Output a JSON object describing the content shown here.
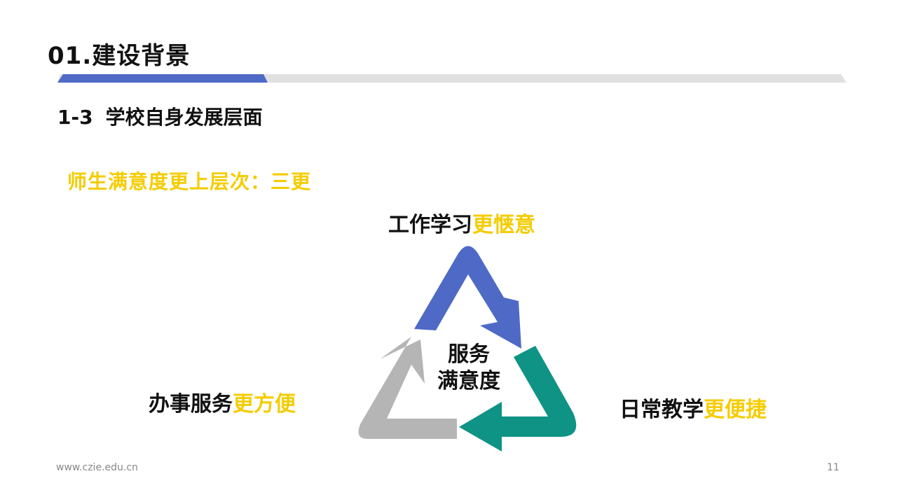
{
  "slide": {
    "title": "01.建设背景",
    "section_number": "1-3",
    "section_title": "学校自身发展层面",
    "headline": "师生满意度更上层次：三更",
    "cycle": {
      "center_line1": "服务",
      "center_line2": "满意度",
      "top_main": "工作学习",
      "top_highlight": "更惬意",
      "left_main": "办事服务",
      "left_highlight": "更方便",
      "right_main": "日常教学",
      "right_highlight": "更便捷"
    },
    "footer_url": "www.czie.edu.cn",
    "page_number": "11"
  },
  "colors": {
    "accent_blue": "#4F69C6",
    "accent_teal": "#0E9384",
    "accent_gray": "#B5B5B5",
    "highlight_yellow": "#F5CC00",
    "rule_gray": "#E0E0E0"
  }
}
